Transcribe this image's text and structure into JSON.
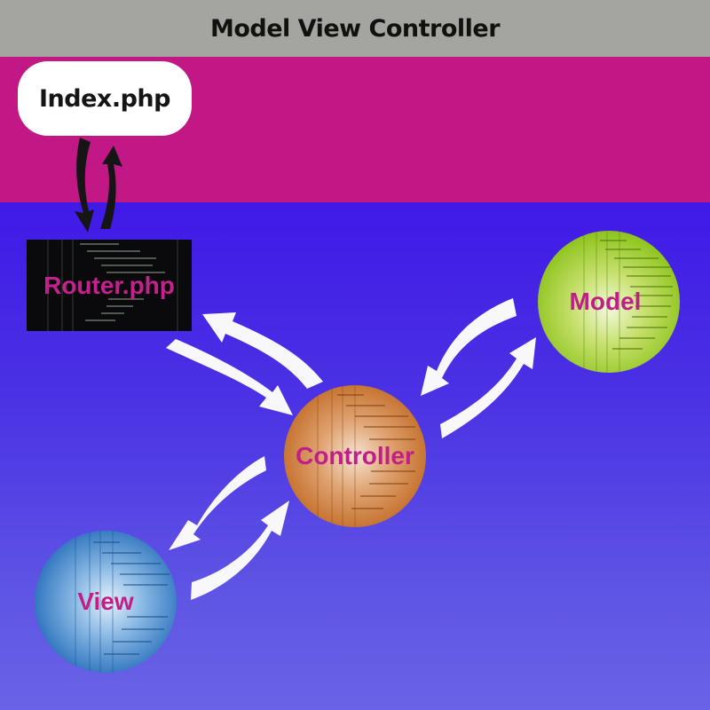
{
  "title": "Model View Controller",
  "nodes": {
    "index": "Index.php",
    "router": "Router.php",
    "model": "Model",
    "controller": "Controller",
    "view": "View"
  },
  "colors": {
    "title_bar": "#a4a5a0",
    "magenta_band": "#c11886",
    "blue_top": "#4019e6",
    "blue_bottom": "#6a63e6",
    "label_magenta": "#bf1f87",
    "arrow_white": "#f8f8fb",
    "arrow_black": "#151515"
  }
}
